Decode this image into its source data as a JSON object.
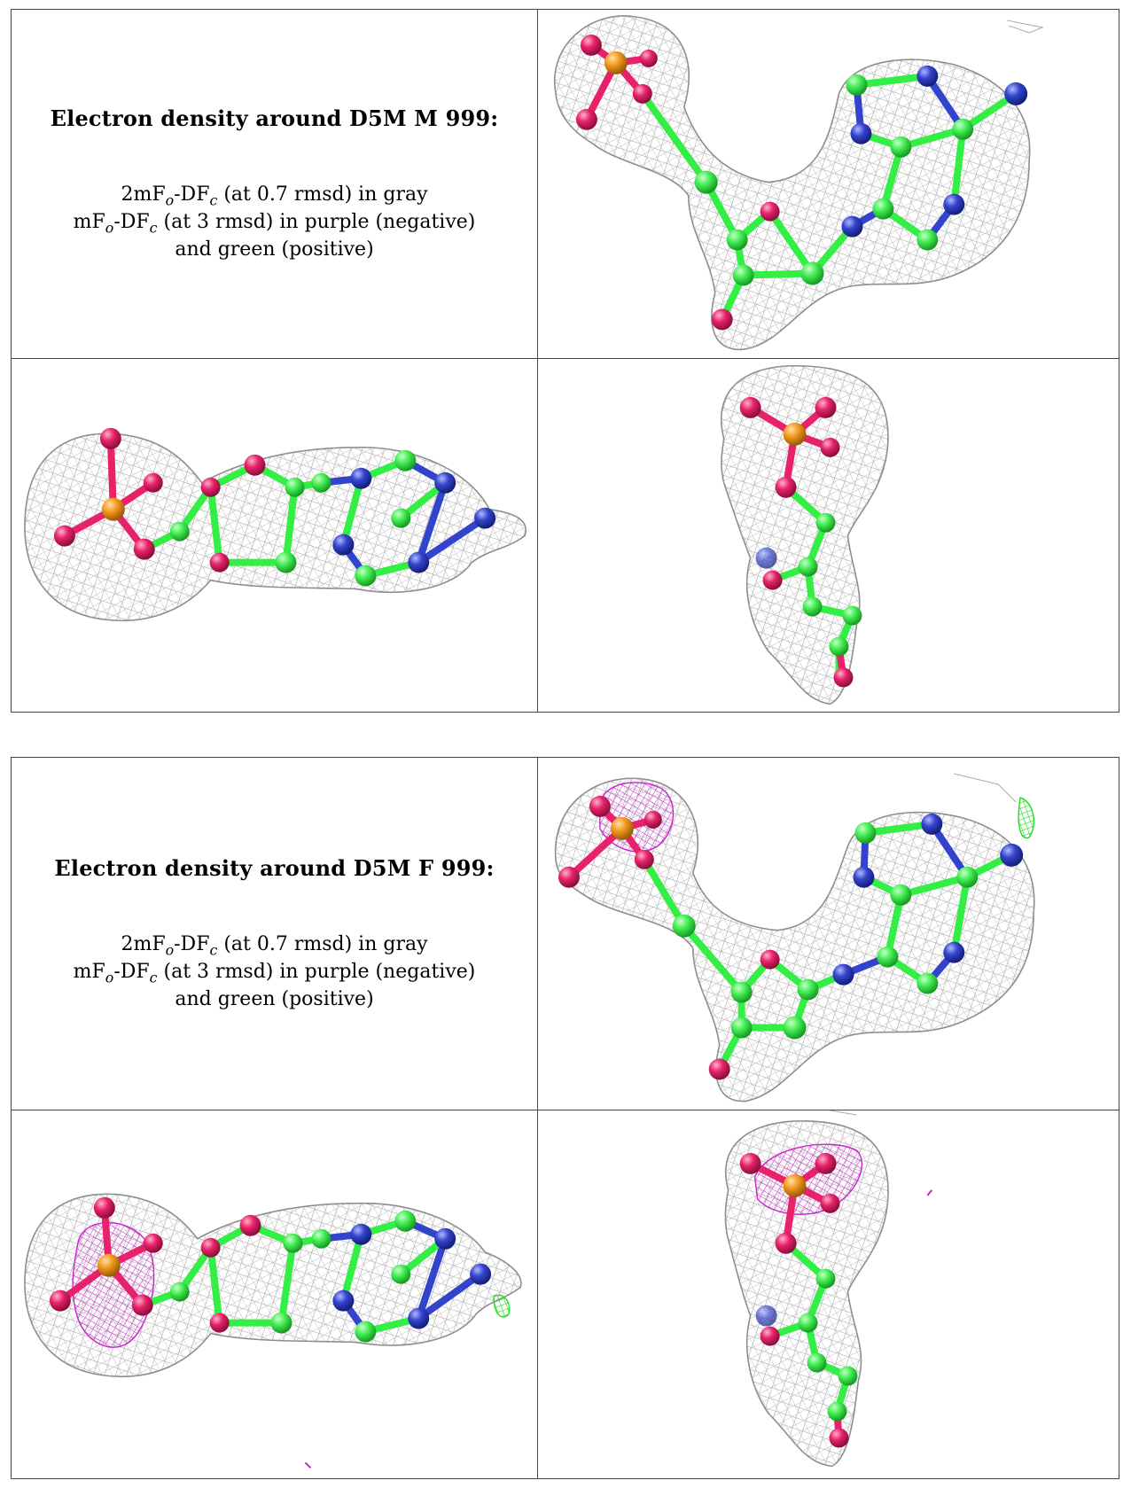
{
  "panels": [
    {
      "title": "Electron density around D5M M 999:",
      "legend_line1_prefix": "2mF",
      "legend_line1_mid": "-DF",
      "legend_line1_suffix": " (at 0.7 rmsd) in gray",
      "legend_line2_prefix": "mF",
      "legend_line2_mid": "-DF",
      "legend_line2_suffix": " (at 3 rmsd) in purple (negative)",
      "legend_line3": "and green (positive)",
      "sub_o": "o",
      "sub_c": "c"
    },
    {
      "title": "Electron density around D5M F 999:",
      "legend_line1_prefix": "2mF",
      "legend_line1_mid": "-DF",
      "legend_line1_suffix": " (at 0.7 rmsd) in gray",
      "legend_line2_prefix": "mF",
      "legend_line2_mid": "-DF",
      "legend_line2_suffix": " (at 3 rmsd) in purple (negative)",
      "legend_line3": "and green (positive)",
      "sub_o": "o",
      "sub_c": "c"
    }
  ],
  "colors": {
    "mesh_gray": "#9a9a9a",
    "carbon_green": "#33ee44",
    "oxygen_pink": "#e8226a",
    "nitrogen_blue": "#3344cc",
    "phosphorus_orange": "#f39a1c",
    "negative_purple": "#cc22cc",
    "positive_green": "#22dd22"
  }
}
